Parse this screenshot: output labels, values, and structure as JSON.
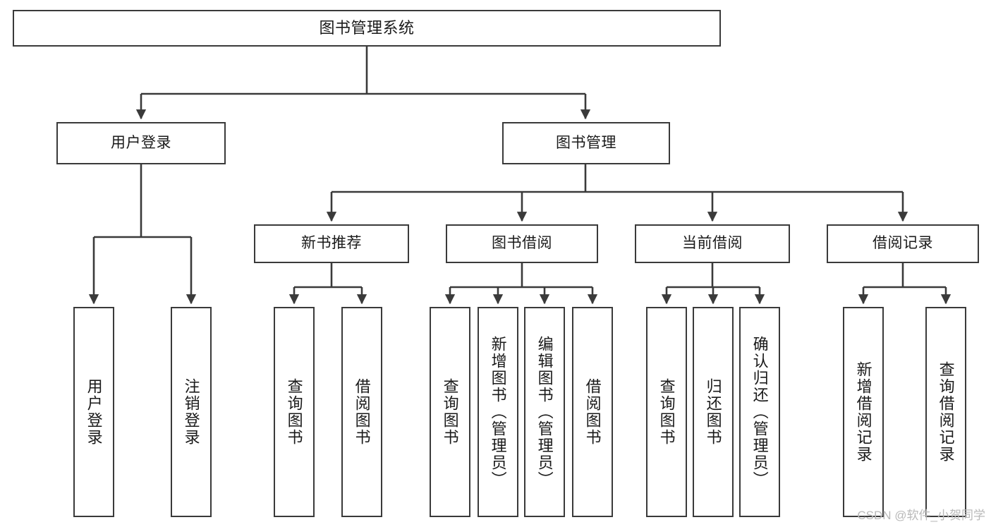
{
  "diagram": {
    "title": "图书管理系统",
    "watermark": "CSDN @软件_小贺同学",
    "colors": {
      "background": "#ffffff",
      "node_fill": "#ffffff",
      "node_stroke": "#3a3a3a",
      "edge_stroke": "#3a3a3a",
      "text": "#1a1a1a",
      "watermark": "#b9b9b9"
    },
    "root": {
      "label": "图书管理系统"
    },
    "level2": [
      {
        "label": "用户登录"
      },
      {
        "label": "图书管理"
      }
    ],
    "level3": [
      {
        "label": "新书推荐"
      },
      {
        "label": "图书借阅"
      },
      {
        "label": "当前借阅"
      },
      {
        "label": "借阅记录"
      }
    ],
    "leaves": {
      "user_login": [
        {
          "label": "用户登录"
        },
        {
          "label": "注销登录"
        }
      ],
      "new_book_recommend": [
        {
          "label": "查询图书"
        },
        {
          "label": "借阅图书"
        }
      ],
      "book_borrow": [
        {
          "label": "查询图书"
        },
        {
          "label": "新增图书（管理员）"
        },
        {
          "label": "编辑图书（管理员）"
        },
        {
          "label": "借阅图书"
        }
      ],
      "current_borrow": [
        {
          "label": "查询图书"
        },
        {
          "label": "归还图书"
        },
        {
          "label": "确认归还（管理员）"
        }
      ],
      "borrow_record": [
        {
          "label": "新增借阅记录"
        },
        {
          "label": "查询借阅记录"
        }
      ]
    }
  }
}
